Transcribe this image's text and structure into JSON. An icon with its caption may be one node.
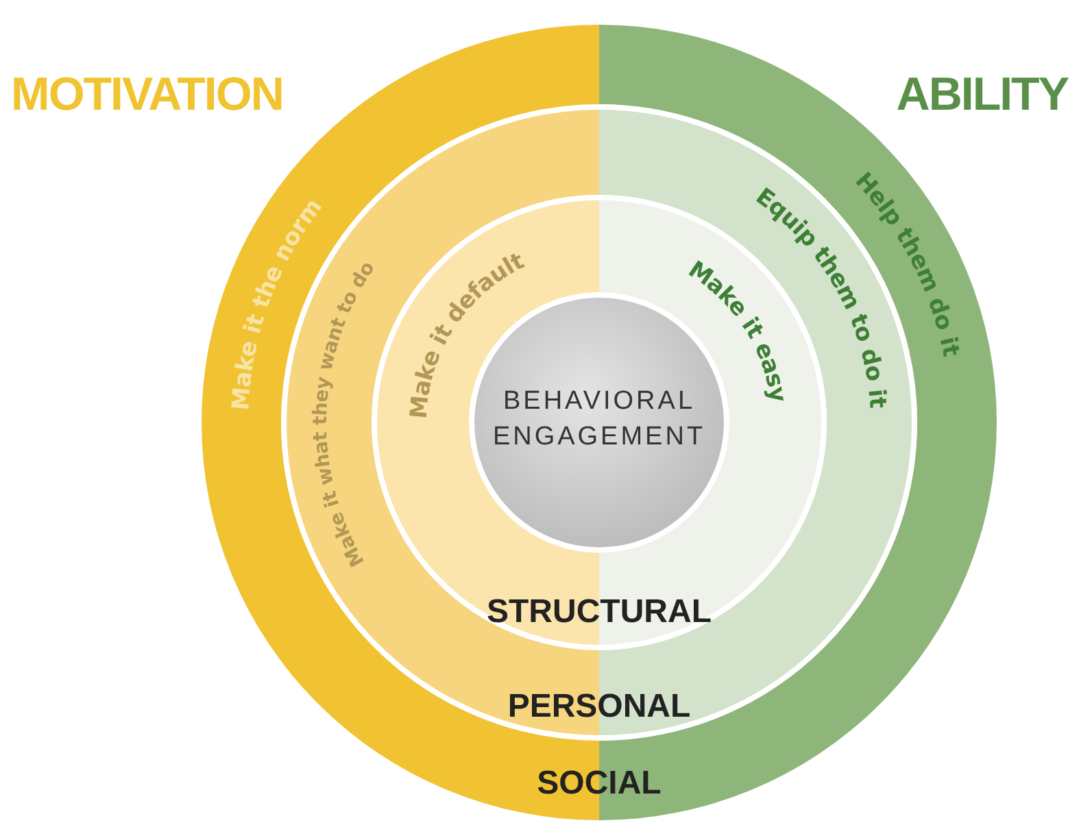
{
  "diagram": {
    "nodes": [
      {
        "text": [
          "Make it the norm",
          "Help them do it",
          "SOCIAL"
        ]
      },
      {
        "text": [
          "Make it what they want to do",
          "Equip them to do it",
          "PERSONAL"
        ],
        "in": 0
      },
      {
        "text": [
          "Make it default",
          "Make it easy",
          "STRUCTURAL"
        ],
        "in": 1
      },
      {
        "text": [
          "BEHAVIORAL ENGAGEMENT"
        ],
        "in": 2
      }
    ],
    "labels": [
      "MOTIVATION",
      "ABILITY"
    ]
  }
}
